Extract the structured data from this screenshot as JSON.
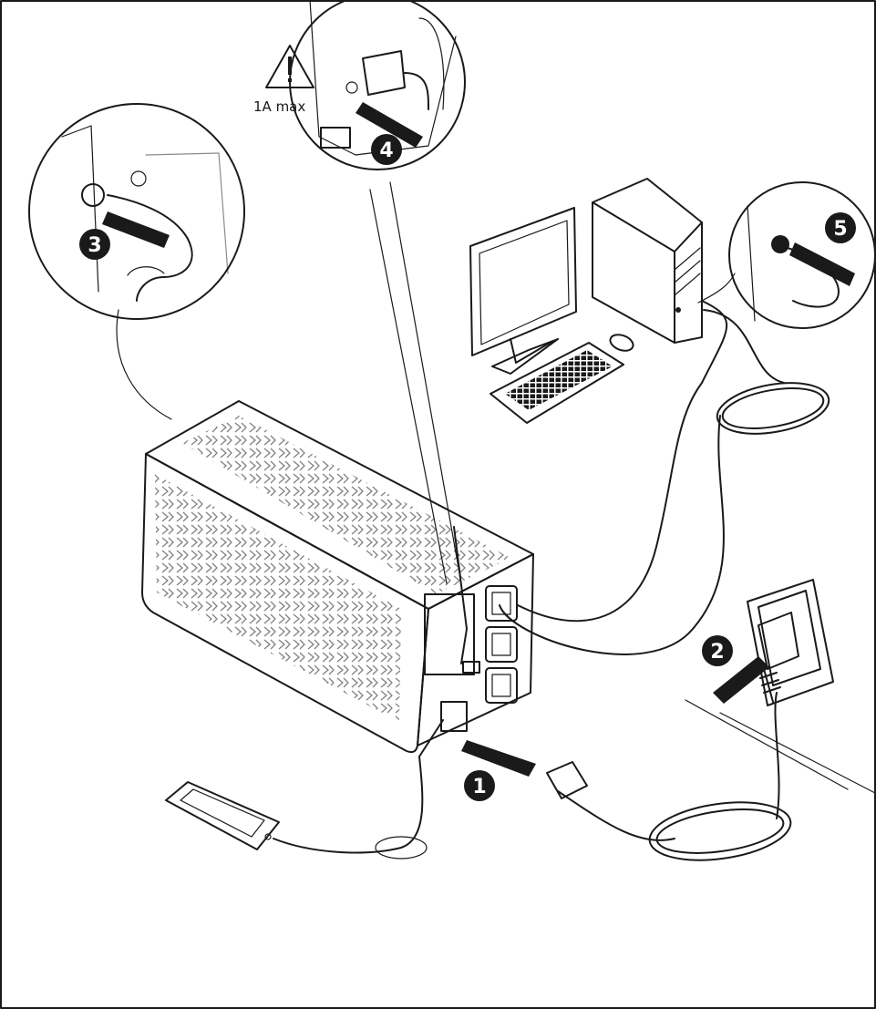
{
  "warning": {
    "text": "1A max"
  },
  "steps": [
    {
      "number": "1"
    },
    {
      "number": "2"
    },
    {
      "number": "3"
    },
    {
      "number": "4"
    },
    {
      "number": "5"
    }
  ]
}
